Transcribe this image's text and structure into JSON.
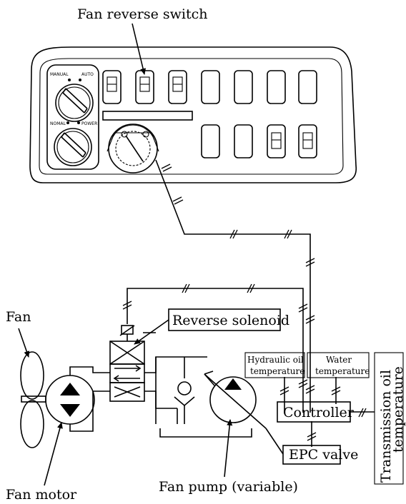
{
  "panel": {
    "manual_label": "MANUAL",
    "auto_label": "AUTO",
    "normal_label": "NOMAL",
    "power_label": "POWER"
  },
  "labels": {
    "fan_reverse_switch": "Fan reverse switch",
    "reverse_solenoid": "Reverse solenoid",
    "fan": "Fan",
    "fan_motor": "Fan motor",
    "fan_pump": "Fan pump (variable)",
    "epc_valve": "EPC valve",
    "controller": "Controller",
    "hydraulic_oil_temp_line1": "Hydraulic oil",
    "hydraulic_oil_temp_line2": "temperature",
    "water_temp_line1": "Water",
    "water_temp_line2": "temperature",
    "transmission_oil_temp_line1": "Transmission oil",
    "transmission_oil_temp_line2": "temperature"
  }
}
